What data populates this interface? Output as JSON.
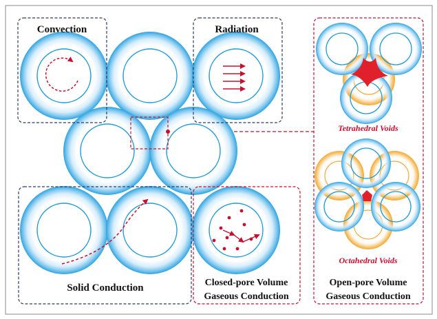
{
  "labels": {
    "convection": "Convection",
    "radiation": "Radiation",
    "solid_conduction": "Solid Conduction",
    "closed_pore_line1": "Closed-pore Volume",
    "closed_pore_line2": "Gaseous Conduction",
    "open_pore_line1": "Open-pore Volume",
    "open_pore_line2": "Gaseous Conduction",
    "tetrahedral_voids": "Tetrahedral Voids",
    "octahedral_voids": "Octahedral Voids"
  },
  "colors": {
    "sphere_blue": "#2ea3e0",
    "sphere_inner_line": "#1e9ad6",
    "sphere_orange": "#f2a93b",
    "arrow_red": "#c8102e",
    "void_red": "#e0202a",
    "box_navy": "#2b3a67",
    "box_red": "#c8102e",
    "frame_gray": "#8a8a8a"
  }
}
